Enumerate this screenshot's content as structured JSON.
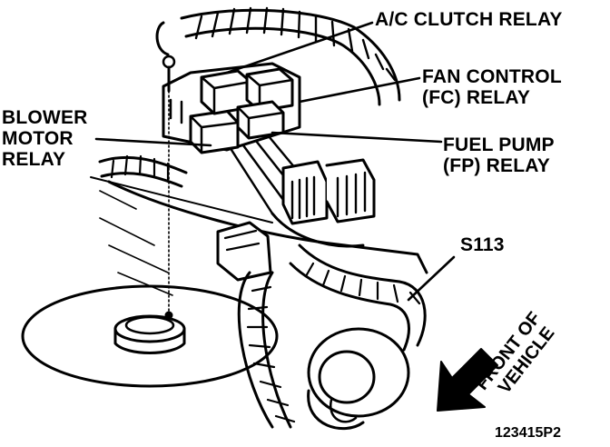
{
  "labels": {
    "ac_clutch_relay": "A/C CLUTCH RELAY",
    "fan_control_relay": [
      "FAN CONTROL",
      "(FC) RELAY"
    ],
    "blower_motor_relay": [
      "BLOWER",
      "MOTOR",
      "RELAY"
    ],
    "fuel_pump_relay": [
      "FUEL PUMP",
      "(FP) RELAY"
    ],
    "splice": "S113",
    "front_of_vehicle": [
      "FRONT OF",
      "VEHICLE"
    ]
  },
  "figure_id": "123415P2",
  "colors": {
    "ink": "#000000",
    "paper": "#ffffff"
  }
}
